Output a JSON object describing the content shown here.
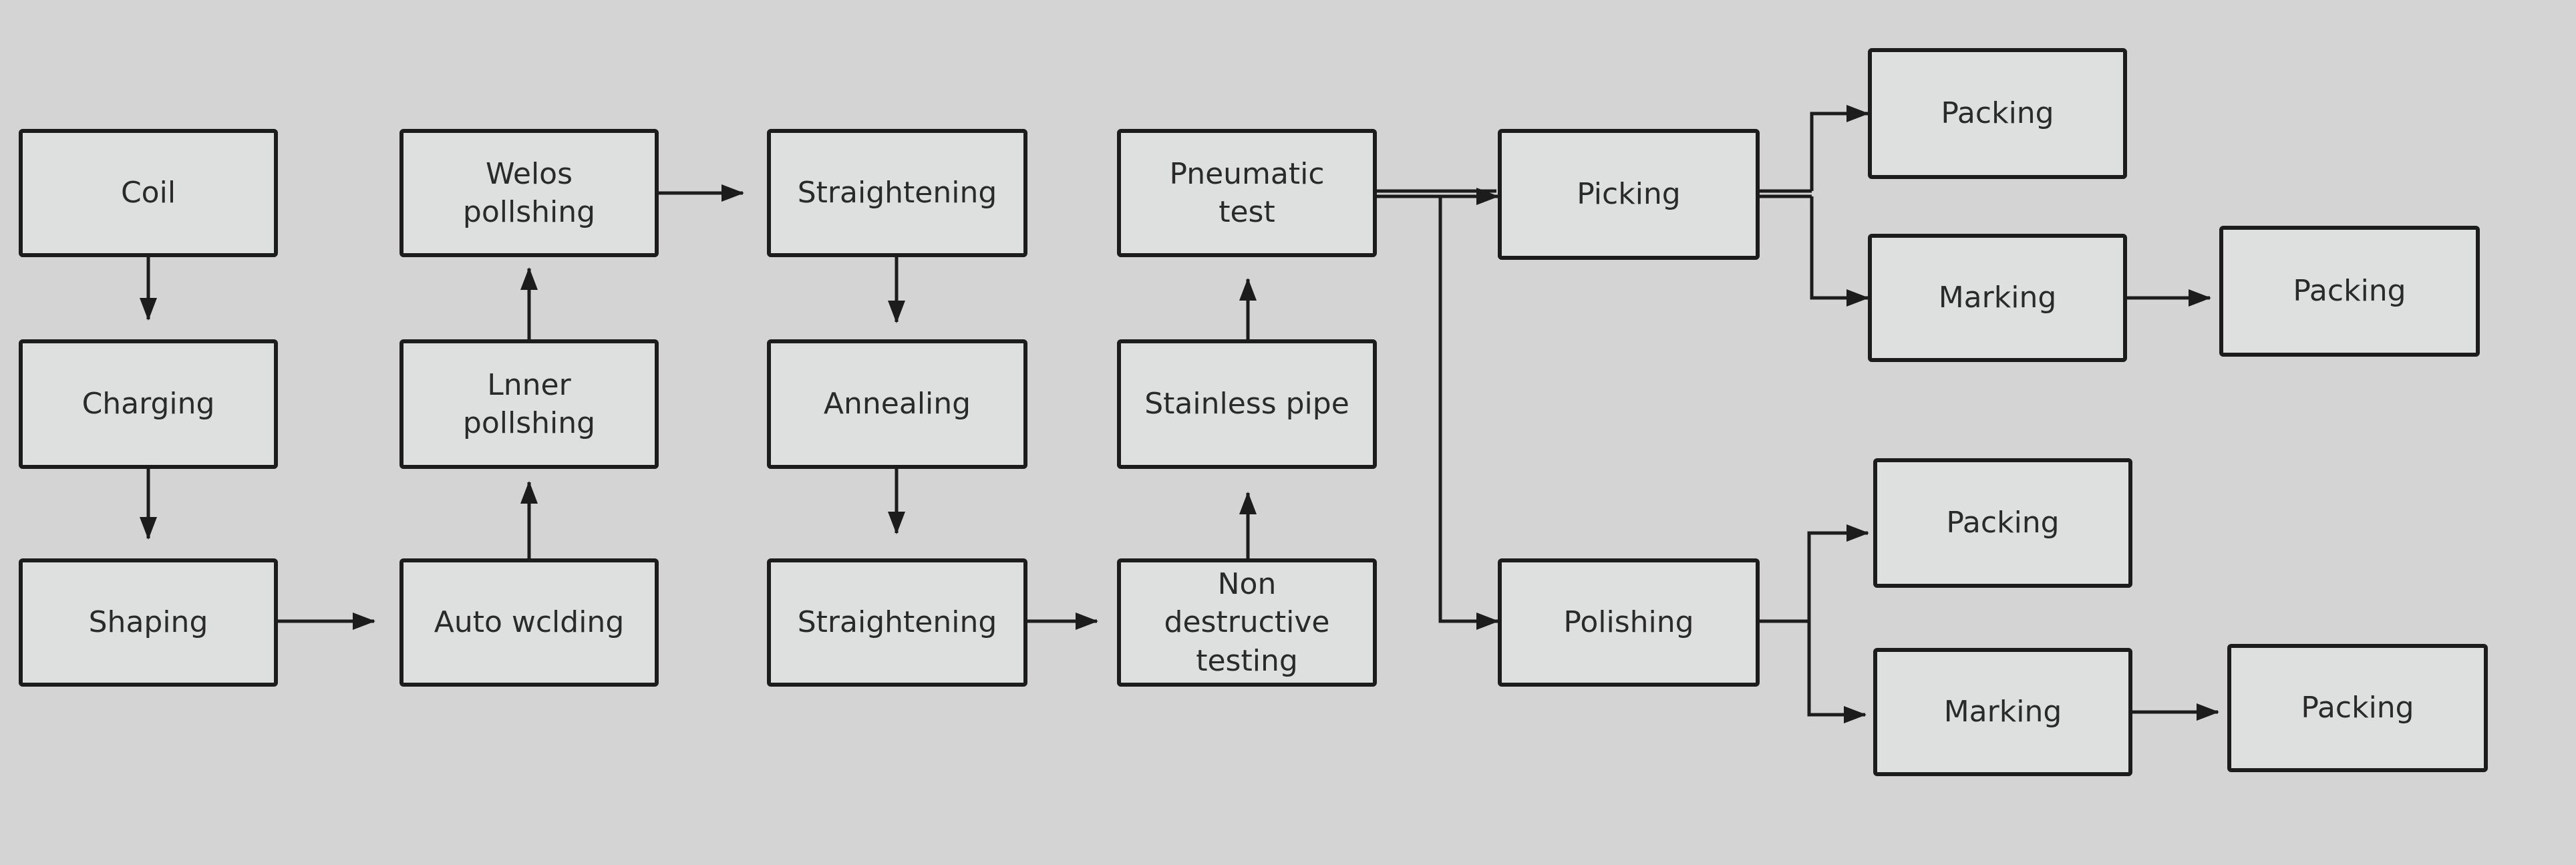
{
  "nodes": {
    "coil": "Coil",
    "charging": "Charging",
    "shaping": "Shaping",
    "welds_polishing": "Welos\npollshing",
    "inner_polishing": "Lnner\npollshing",
    "auto_welding": "Auto wclding",
    "straightening_top": "Straightening",
    "annealing": "Annealing",
    "straightening_bottom": "Straightening",
    "pneumatic_test": "Pneumatic\ntest",
    "stainless_pipe": "Stainless pipe",
    "non_destructive_testing": "Non\ndestructive\ntesting",
    "picking": "Picking",
    "polishing": "Polishing",
    "packing_1": "Packing",
    "marking_1": "Marking",
    "packing_2": "Packing",
    "packing_3": "Packing",
    "marking_2": "Marking",
    "packing_4": "Packing"
  },
  "colors": {
    "background": "#d4d4d4",
    "box_fill": "#dedfdf",
    "line": "#1c1c1c",
    "text": "#2a2a2a"
  }
}
